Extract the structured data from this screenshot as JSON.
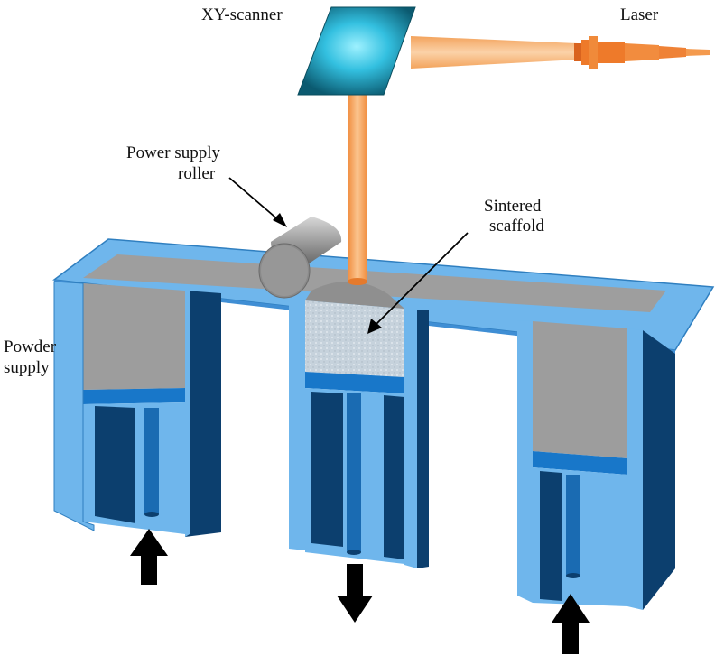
{
  "labels": {
    "xy_scanner": "XY-scanner",
    "laser": "Laser",
    "roller_line1": "Power supply",
    "roller_line2": "roller",
    "scaffold_line1": "Sintered",
    "scaffold_line2": "scaffold",
    "powder_line1": "Powder",
    "powder_line2": "supply"
  },
  "arrows": {
    "left_chamber": "up",
    "middle_chamber": "down",
    "right_chamber": "up"
  },
  "colors": {
    "frame_light_blue": "#6fb6ec",
    "frame_dark_blue": "#0c3f6e",
    "piston_plate_blue": "#1877c9",
    "powder_gray": "#9d9d9d",
    "laser_beam_orange": "#f7a860",
    "laser_body_orange": "#ee7a2a",
    "scanner_mirror_cyan": "#3cc4e4",
    "scaffold_light": "#cfd8e0"
  }
}
